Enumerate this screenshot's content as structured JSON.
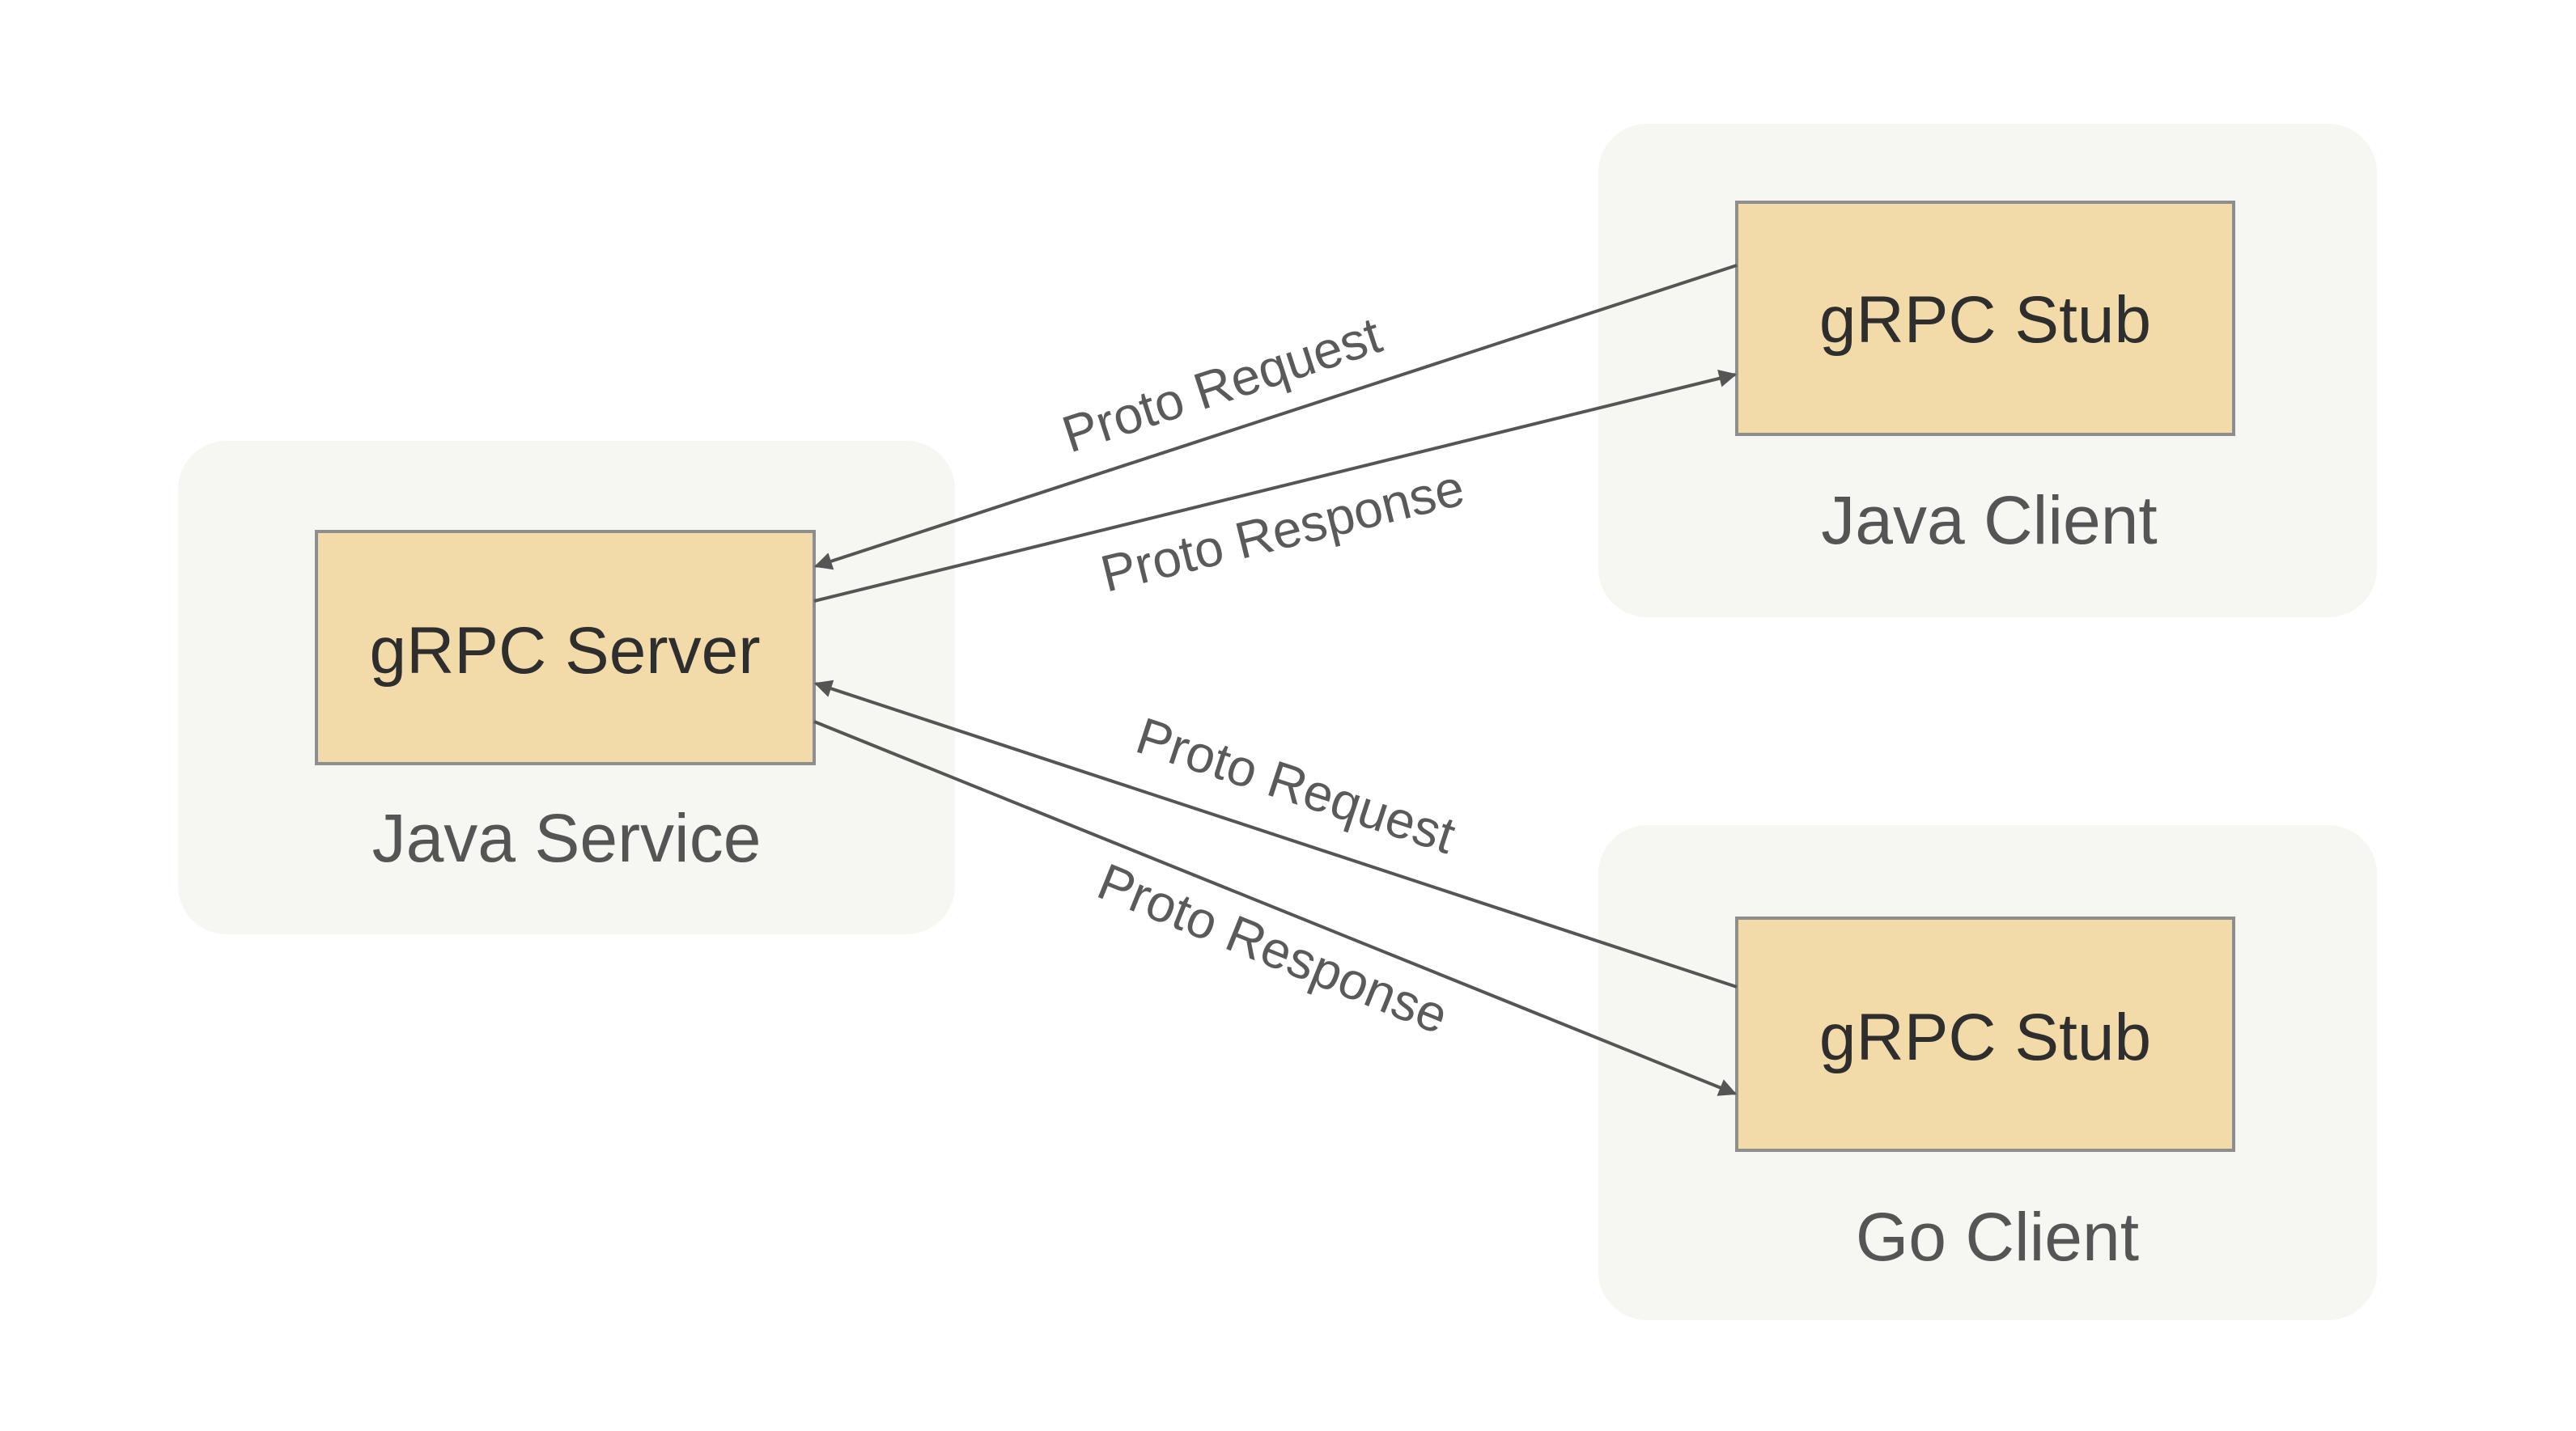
{
  "groups": {
    "service": {
      "label": "Java Service"
    },
    "java_client": {
      "label": "Java Client"
    },
    "go_client": {
      "label": "Go Client"
    }
  },
  "nodes": {
    "server": {
      "label": "gRPC Server"
    },
    "java_stub": {
      "label": "gRPC Stub"
    },
    "go_stub": {
      "label": "gRPC Stub"
    }
  },
  "edges": {
    "java_request": {
      "label": "Proto Request"
    },
    "java_response": {
      "label": "Proto Response"
    },
    "go_request": {
      "label": "Proto Request"
    },
    "go_response": {
      "label": "Proto Response"
    }
  },
  "colors": {
    "group_background": "#f6f6f3",
    "node_fill": "#f2dba8",
    "node_border": "#8e8e8e",
    "arrow": "#555555"
  }
}
